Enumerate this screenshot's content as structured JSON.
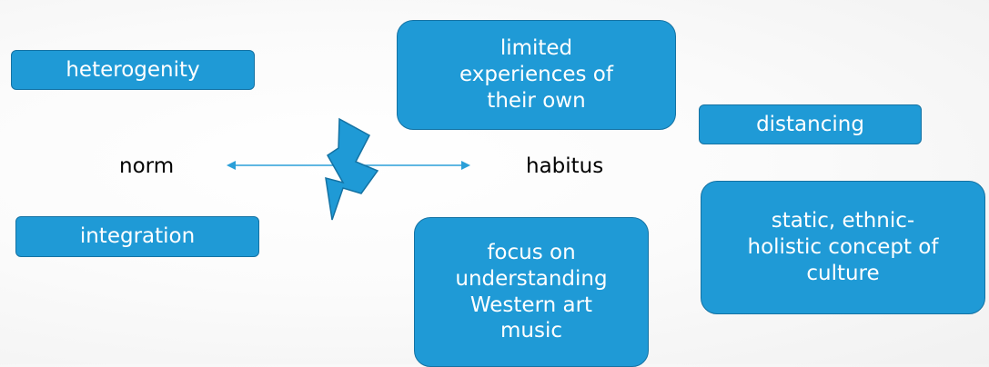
{
  "nodes": {
    "heterogenity": "heterogenity",
    "integration": "integration",
    "limited_experiences": "limited\nexperiences of\ntheir own",
    "distancing": "distancing",
    "focus_on_understanding": "focus on\nunderstanding\nWestern art\nmusic",
    "static_concept": "static, ethnic-\nholistic concept of\nculture"
  },
  "labels": {
    "norm": "norm",
    "habitus": "habitus"
  },
  "colors": {
    "box_fill": "#1f9ad6",
    "box_border": "#1472a3",
    "arrow": "#2a9fd8",
    "lightning_fill": "#1f9ad6",
    "lightning_stroke": "#1472a3"
  },
  "icons": {
    "conflict": "lightning-bolt-icon",
    "relation": "double-headed-arrow"
  }
}
